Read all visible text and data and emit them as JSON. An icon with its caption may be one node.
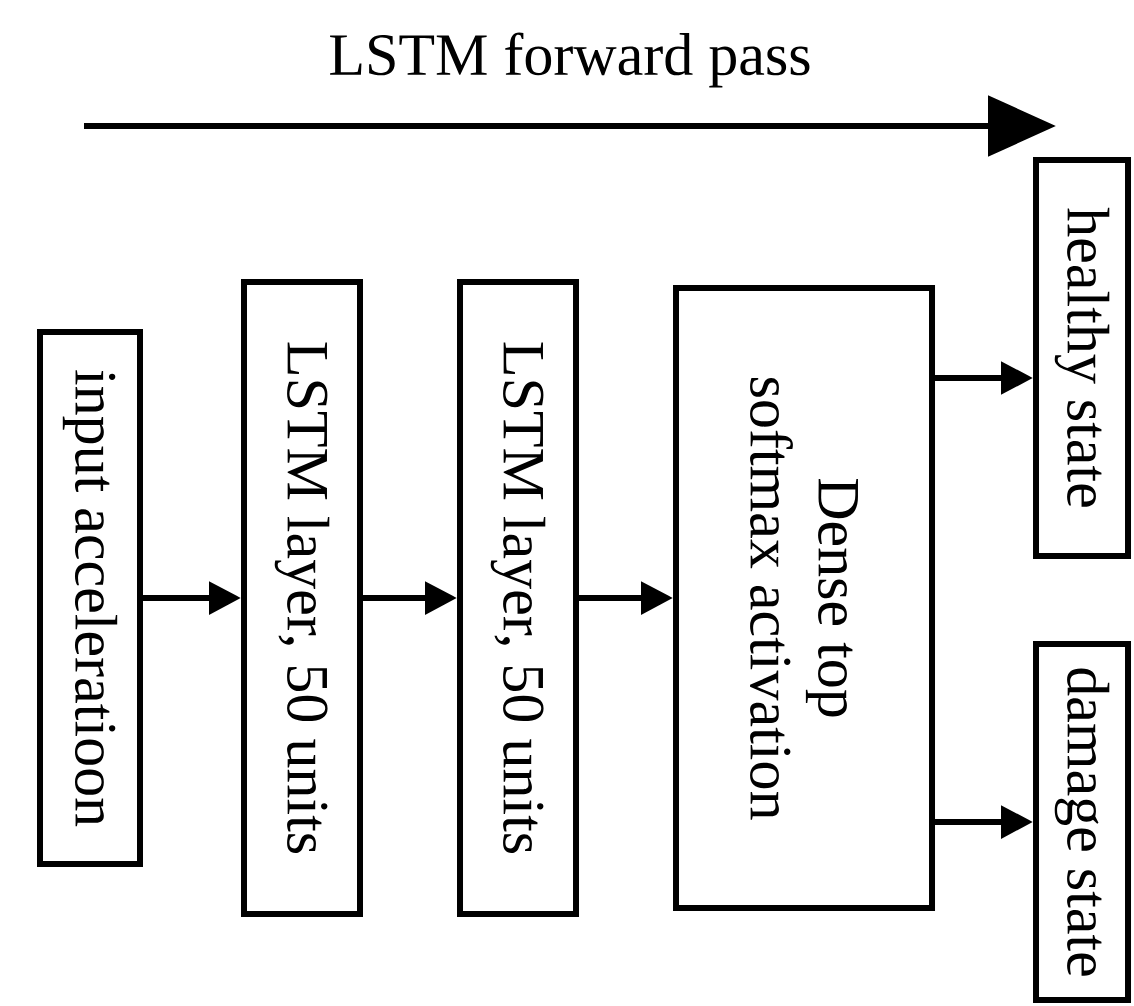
{
  "diagram": {
    "nodes": [
      {
        "text": [
          "input acceleratioon"
        ]
      },
      {
        "text": [
          "LSTM layer, 50 units"
        ]
      },
      {
        "text": [
          "LSTM layer, 50 units"
        ]
      },
      {
        "text": [
          "Dense top softmax activation"
        ]
      },
      {
        "text": [
          "healthy state"
        ]
      },
      {
        "text": [
          "damage state"
        ]
      }
    ],
    "edges": [
      {
        "from": 0,
        "to": 1,
        "arrow": "to"
      },
      {
        "from": 1,
        "to": 2,
        "arrow": "to"
      },
      {
        "from": 2,
        "to": 3,
        "arrow": "to"
      },
      {
        "from": 3,
        "to": 4,
        "arrow": "to"
      },
      {
        "from": 3,
        "to": 5,
        "arrow": "to"
      }
    ],
    "labels": [
      "LSTM forward pass"
    ]
  }
}
